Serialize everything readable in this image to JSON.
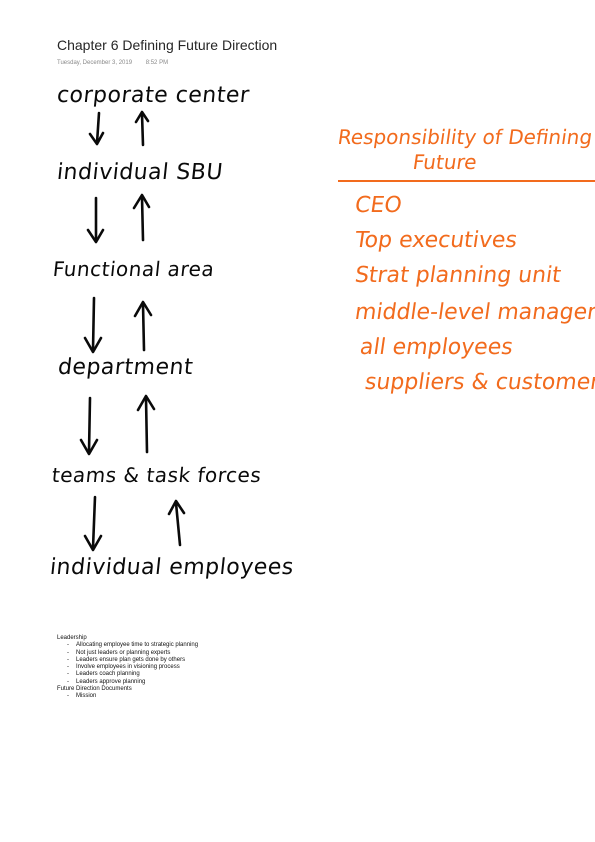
{
  "page": {
    "title": "Chapter 6 Defining Future Direction",
    "date": "Tuesday, December 3, 2019",
    "time": "8:52 PM"
  },
  "hierarchy": {
    "levels": [
      "corporate center",
      "individual SBU",
      "Functional area",
      "department",
      "teams & task forces",
      "individual employees"
    ]
  },
  "responsibility": {
    "heading_line1": "Responsibility of Defining",
    "heading_line2": "Future",
    "items": [
      "CEO",
      "Top executives",
      "Strat planning unit",
      "middle-level managers",
      "all employees",
      "suppliers & customers"
    ]
  },
  "notes": {
    "leadership_heading": "Leadership",
    "leadership_items": [
      "Allocating employee time to strategic planning",
      "Not just leaders or planning experts",
      "Leaders ensure plan gets done by others",
      "Involve employees in visioning process",
      "Leaders coach planning",
      "Leaders approve planning"
    ],
    "future_heading": "Future Direction Documents",
    "future_items": [
      "Mission"
    ]
  },
  "colors": {
    "ink_black": "#0a0a0a",
    "ink_orange": "#f26b1d"
  }
}
